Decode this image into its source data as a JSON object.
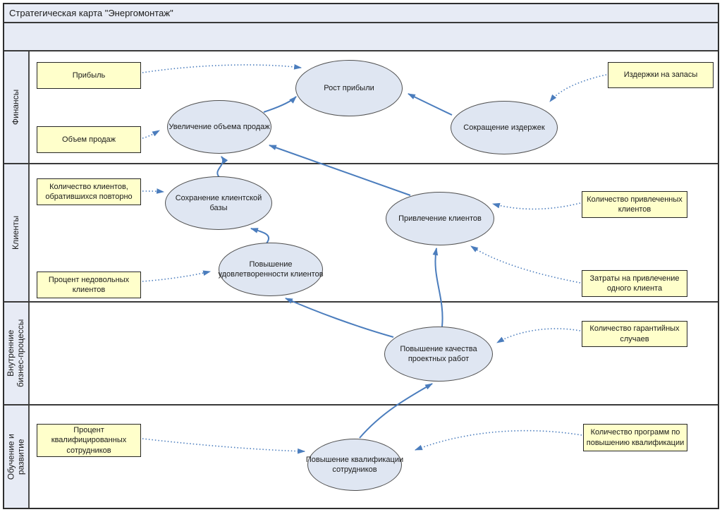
{
  "title": "Стратегическая карта \"Энергомонтаж\"",
  "perspectives": [
    {
      "label": "Финансы"
    },
    {
      "label": "Клиенты"
    },
    {
      "label": "Внутренние\nбизнес-процессы"
    },
    {
      "label": "Обучение и\nразвитие"
    }
  ],
  "ellipses": {
    "profit_growth": {
      "label": "Рост прибыли"
    },
    "sales_increase": {
      "label": "Увеличение объема продаж"
    },
    "cost_reduction": {
      "label": "Сокращение издержек"
    },
    "client_retention": {
      "label": "Сохранение клиентской\nбазы"
    },
    "satisfaction": {
      "label": "Повышение\nудовлетворенности клиентов"
    },
    "client_attraction": {
      "label": "Привлечение клиентов"
    },
    "project_quality": {
      "label": "Повышение качества\nпроектных работ"
    },
    "staff_qualification": {
      "label": "Повышение квалификации\nсотрудников"
    }
  },
  "kpis": {
    "profit": {
      "label": "Прибыль"
    },
    "sales_volume": {
      "label": "Объем продаж"
    },
    "repeat_clients": {
      "label": "Количество клиентов,\nобратившихся повторно"
    },
    "unhappy_clients": {
      "label": "Процент недовольных\nклиентов"
    },
    "qualified_staff": {
      "label": "Процент\nквалифицированных\nсотрудников"
    },
    "inventory_costs": {
      "label": "Издержки на запасы"
    },
    "attracted_clients": {
      "label": "Количество привлеченных\nклиентов"
    },
    "attraction_cost": {
      "label": "Затраты на привлечение\nодного клиента"
    },
    "warranty_cases": {
      "label": "Количество гарантийных\nслучаев"
    },
    "training_programs": {
      "label": "Количество программ по\nповышению квалификации"
    }
  },
  "colors": {
    "band_fill": "#e7ebf5",
    "ellipse_fill": "#dfe6f2",
    "kpi_fill": "#ffffcb",
    "arrow_blue": "#4b7dbd",
    "border_dark": "#2e2e2e"
  }
}
